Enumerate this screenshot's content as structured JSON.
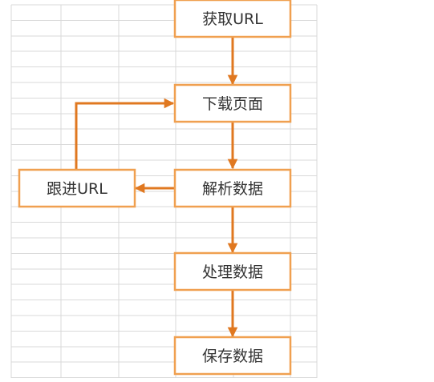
{
  "diagram": {
    "type": "flowchart",
    "colors": {
      "node_border": "#f0a050",
      "connector": "#e07820",
      "text": "#333333",
      "grid": "#d9d9d9",
      "background": "#ffffff"
    },
    "nodes": {
      "get_url": {
        "label": "获取URL"
      },
      "download_page": {
        "label": "下载页面"
      },
      "parse_data": {
        "label": "解析数据"
      },
      "process_data": {
        "label": "处理数据"
      },
      "save_data": {
        "label": "保存数据"
      },
      "follow_url": {
        "label": "跟进URL"
      }
    },
    "edges": [
      {
        "from": "get_url",
        "to": "download_page"
      },
      {
        "from": "download_page",
        "to": "parse_data"
      },
      {
        "from": "parse_data",
        "to": "process_data"
      },
      {
        "from": "process_data",
        "to": "save_data"
      },
      {
        "from": "parse_data",
        "to": "follow_url"
      },
      {
        "from": "follow_url",
        "to": "download_page"
      }
    ]
  }
}
